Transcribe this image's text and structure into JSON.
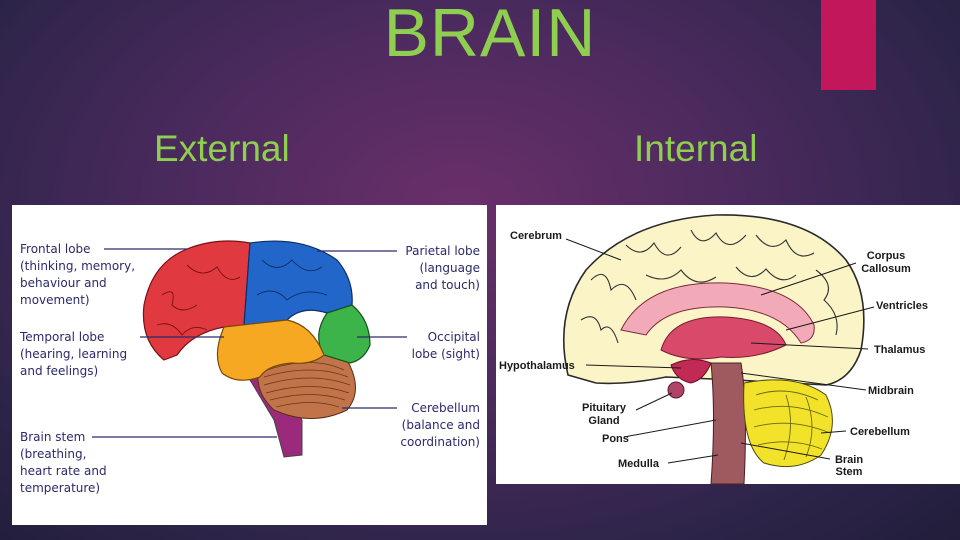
{
  "slide": {
    "title": "BRAIN",
    "accent_color": "#c2185b",
    "title_color": "#8fcf4f"
  },
  "external": {
    "heading": "External",
    "labels": {
      "frontal": [
        "Frontal lobe",
        "(thinking, memory,",
        "behaviour and",
        "movement)"
      ],
      "temporal": [
        "Temporal lobe",
        "(hearing, learning",
        "and feelings)"
      ],
      "brainstem": [
        "Brain stem",
        "(breathing,",
        "heart rate and",
        "temperature)"
      ],
      "parietal": [
        "Parietal lobe",
        "(language",
        "and touch)"
      ],
      "occipital": [
        "Occipital",
        "lobe (sight)"
      ],
      "cerebellum": [
        "Cerebellum",
        "(balance and",
        "coordination)"
      ]
    }
  },
  "internal": {
    "heading": "Internal",
    "labels": {
      "cerebrum": "Cerebrum",
      "corpus": [
        "Corpus",
        "Callosum"
      ],
      "ventricles": "Ventricles",
      "thalamus": "Thalamus",
      "hypothalamus": "Hypothalamus",
      "midbrain": "Midbrain",
      "pituitary": [
        "Pituitary",
        "Gland"
      ],
      "cerebellum": "Cerebellum",
      "pons": "Pons",
      "brainstem": [
        "Brain",
        "Stem"
      ],
      "medulla": "Medulla"
    }
  }
}
